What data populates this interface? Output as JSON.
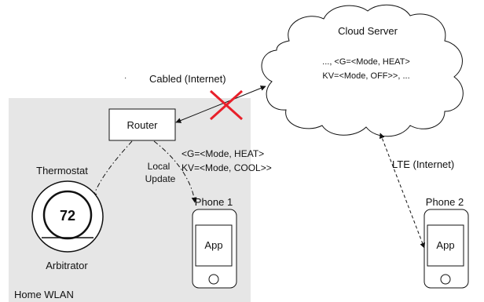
{
  "wlan_label": "Home WLAN",
  "router_label": "Router",
  "cloud": {
    "title": "Cloud Server",
    "line1": "..., <G=<Mode, HEAT>",
    "line2": "KV=<Mode, OFF>>, ..."
  },
  "cabled_label": "Cabled (Internet)",
  "lte_label": "LTE (Internet)",
  "local_update": {
    "line1": "Local",
    "line2": "Update"
  },
  "phone1_state": {
    "line1": "<G=<Mode, HEAT>",
    "line2": "KV=<Mode, COOL>>"
  },
  "thermostat": {
    "label": "Thermostat",
    "value": "72",
    "role": "Arbitrator"
  },
  "phone1": {
    "label": "Phone 1",
    "app": "App"
  },
  "phone2": {
    "label": "Phone 2",
    "app": "App"
  },
  "colors": {
    "wlan_fill": "#e6e6e6",
    "cut_mark": "#e8202a",
    "stroke": "#111111"
  }
}
